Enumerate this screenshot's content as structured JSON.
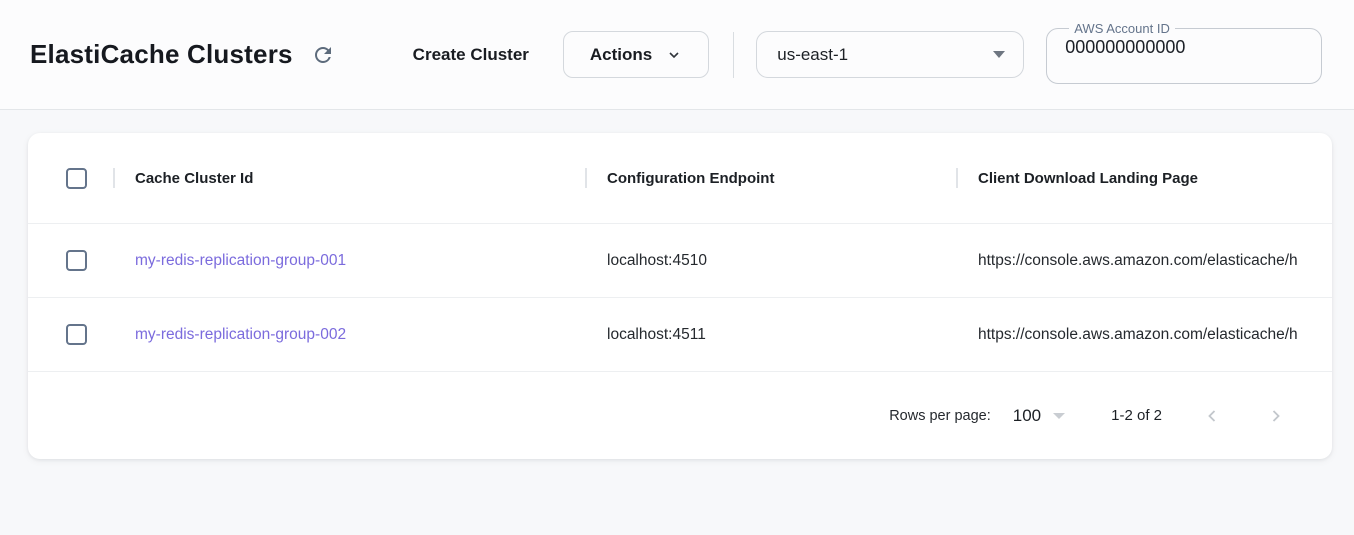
{
  "header": {
    "title": "ElastiCache Clusters",
    "create_cluster_label": "Create Cluster",
    "actions_label": "Actions",
    "region_select": {
      "selected": "us-east-1"
    },
    "account_field": {
      "label": "AWS Account ID",
      "value": "000000000000"
    }
  },
  "table": {
    "columns": {
      "cache_cluster_id": "Cache Cluster Id",
      "configuration_endpoint": "Configuration Endpoint",
      "client_download_landing_page": "Client Download Landing Page"
    },
    "rows": [
      {
        "cache_cluster_id": "my-redis-replication-group-001",
        "configuration_endpoint": "localhost:4510",
        "client_download_landing_page": "https://console.aws.amazon.com/elasticache/h"
      },
      {
        "cache_cluster_id": "my-redis-replication-group-002",
        "configuration_endpoint": "localhost:4511",
        "client_download_landing_page": "https://console.aws.amazon.com/elasticache/h"
      }
    ]
  },
  "pagination": {
    "rows_per_page_label": "Rows per page:",
    "rows_per_page_value": "100",
    "range_label": "1-2 of 2"
  },
  "colors": {
    "link_purple": "#7b6bdd",
    "checkbox_border": "#64748b",
    "page_background": "#f7f8fa",
    "icon_gray": "#5d6b7c"
  }
}
